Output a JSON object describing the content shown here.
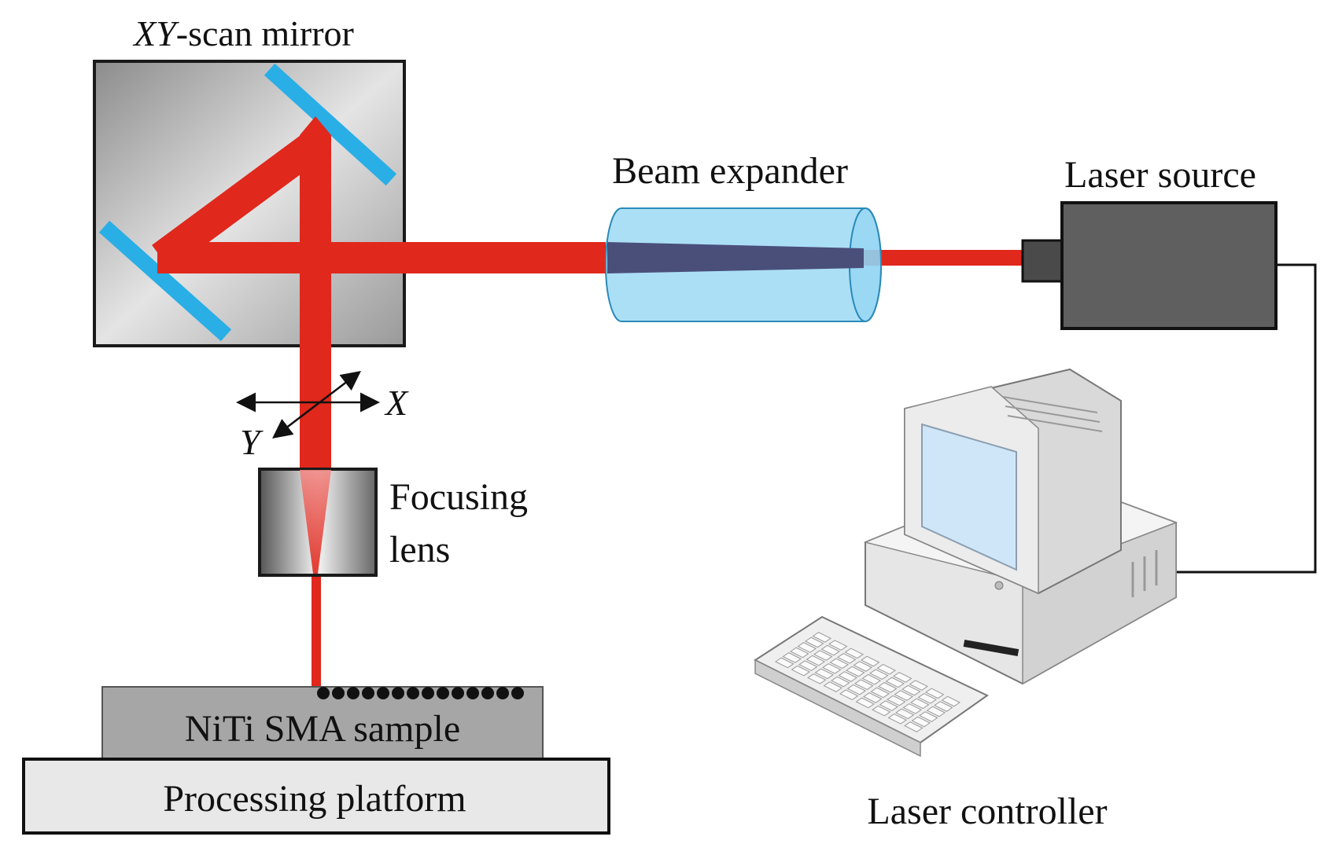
{
  "labels": {
    "scan_mirror_prefix": "XY",
    "scan_mirror_suffix": "-scan mirror",
    "beam_expander": "Beam expander",
    "laser_source": "Laser source",
    "axis_x": "X",
    "axis_y": "Y",
    "focusing_lens_line1": "Focusing",
    "focusing_lens_line2": "lens",
    "sample": "NiTi SMA sample",
    "platform": "Processing platform",
    "controller": "Laser controller"
  },
  "colors": {
    "beam": "#e0281c",
    "mirror": "#29aee6",
    "expander_glass": "#8fd4f3",
    "laser_body": "#5f5f5f",
    "sample": "#a6a6a6",
    "platform": "#e8e8e8"
  }
}
